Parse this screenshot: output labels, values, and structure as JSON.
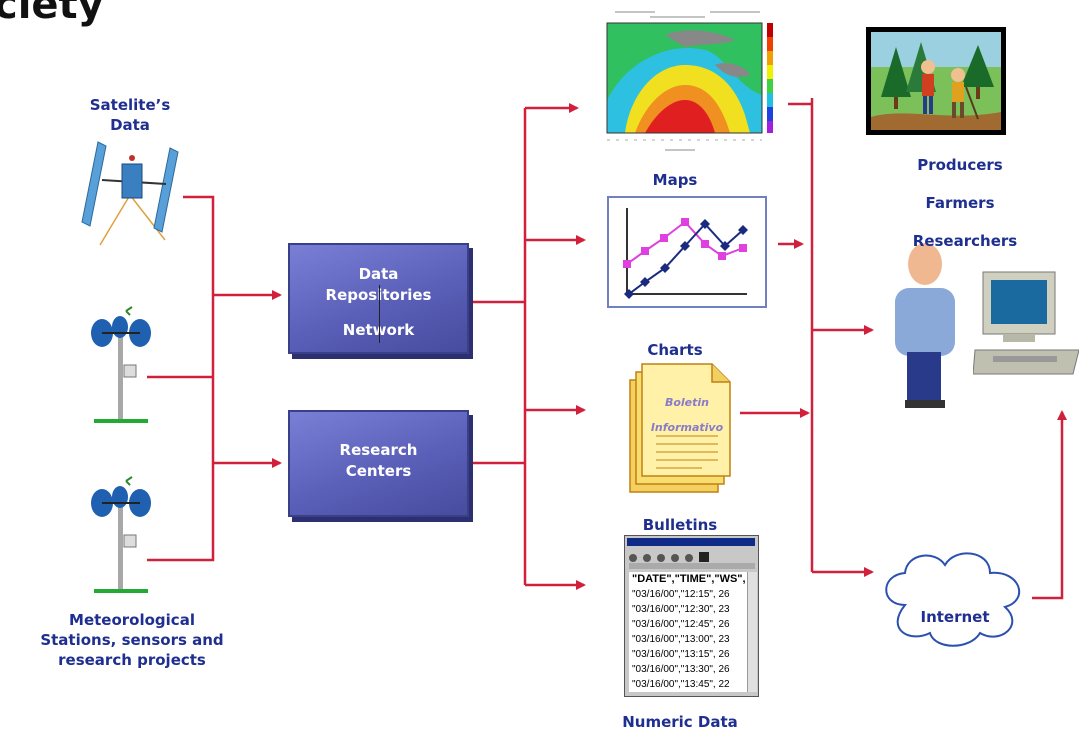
{
  "title": "ciety",
  "sources": {
    "satellite_label": "Satelite’s Data",
    "stations_label_lines": [
      "Meteorological",
      "Stations,  sensors and",
      "research projects"
    ]
  },
  "boxes": {
    "data_repositories": [
      "Data",
      "Repositories",
      "Network"
    ],
    "research_centers": [
      "Research",
      "Centers"
    ]
  },
  "outputs": {
    "maps_label": "Maps",
    "charts_label": "Charts",
    "bulletins_label": "Bulletins",
    "numeric_label": "Numeric Data",
    "bulletin_doc_lines": [
      "Boletin",
      "Informativo"
    ]
  },
  "users": {
    "producers": "Producers",
    "farmers": "Farmers",
    "researchers": "Researchers",
    "internet": "Internet"
  },
  "numeric_window": {
    "header": "\"DATE\",\"TIME\",\"WS\",",
    "rows": [
      "\"03/16/00\",\"12:15\",  26",
      "\"03/16/00\",\"12:30\",  23",
      "\"03/16/00\",\"12:45\",  26",
      "\"03/16/00\",\"13:00\",  23",
      "\"03/16/00\",\"13:15\",  26",
      "\"03/16/00\",\"13:30\",  26",
      "\"03/16/00\",\"13:45\",  22"
    ]
  },
  "colors": {
    "arrow": "#d0203c",
    "box": "#5a5fb8",
    "label": "#1f2f8f"
  }
}
